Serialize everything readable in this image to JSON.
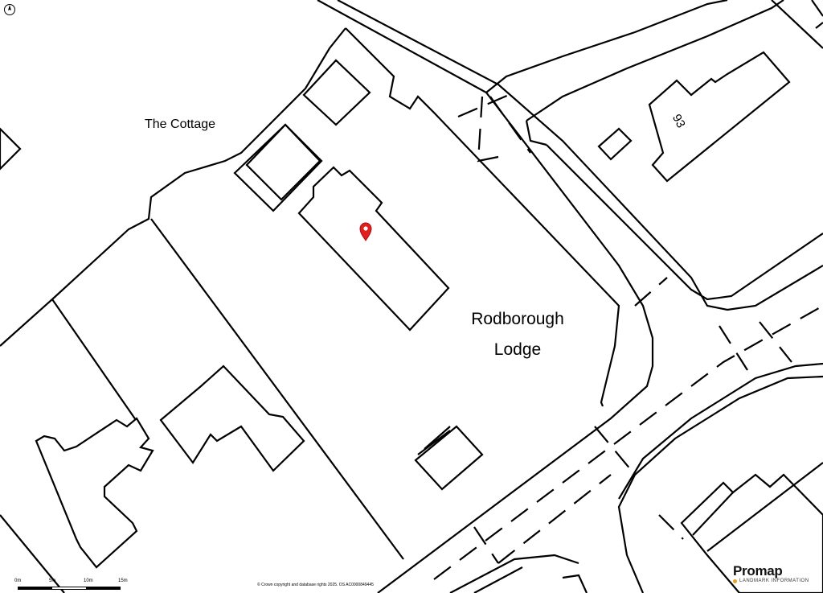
{
  "map": {
    "labels": {
      "cottage": "The Cottage",
      "lodge_line1": "Rodborough",
      "lodge_line2": "Lodge",
      "house_number": "93"
    },
    "marker": {
      "icon": "location-pin-icon",
      "color": "#e02020"
    },
    "north_icon": "north-arrow-icon"
  },
  "scale": {
    "ticks": [
      "0m",
      "5m",
      "10m",
      "15m"
    ]
  },
  "copyright": "© Crown copyright and database rights 2025. OS AC0000849445",
  "brand": {
    "name": "Promap",
    "sub": "LANDMARK INFORMATION",
    "accent": "#e9a21f"
  }
}
